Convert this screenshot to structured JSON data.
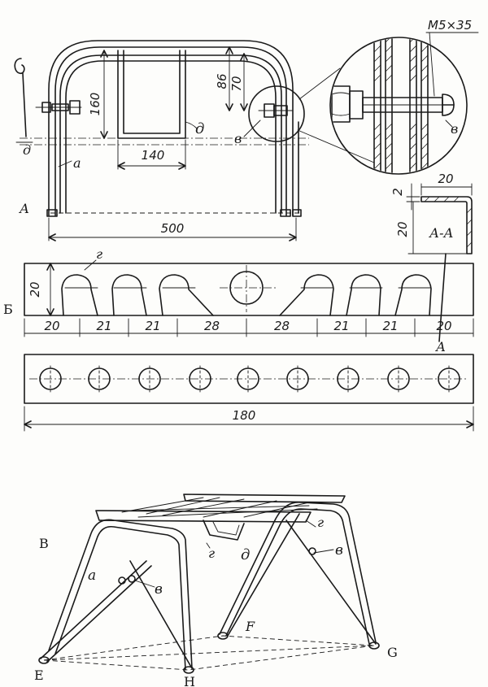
{
  "view_labels": {
    "view_a": "А",
    "view_b": "Б",
    "view_v": "В",
    "section_name": "А-А",
    "section_mark": "А"
  },
  "part_labels": {
    "tube": "а",
    "bolt": "в",
    "bracket": "д",
    "strip": "г"
  },
  "front_view": {
    "width": "500",
    "height_left": "160",
    "height_mid": "86",
    "height_right": "70",
    "bracket_width": "140"
  },
  "callout": {
    "fastener": "М5×35"
  },
  "section": {
    "flange_width": "20",
    "thickness": "2",
    "leg_height": "20"
  },
  "strip_top": {
    "height": "20",
    "segments": [
      "20",
      "21",
      "21",
      "28",
      "28",
      "21",
      "21",
      "20"
    ]
  },
  "strip_bottom": {
    "length": "180"
  },
  "iso_points": {
    "e": "E",
    "h": "Н",
    "f": "F",
    "g": "G"
  },
  "colors": {
    "ink": "#1a1a1a",
    "paper": "#fdfdfb"
  }
}
